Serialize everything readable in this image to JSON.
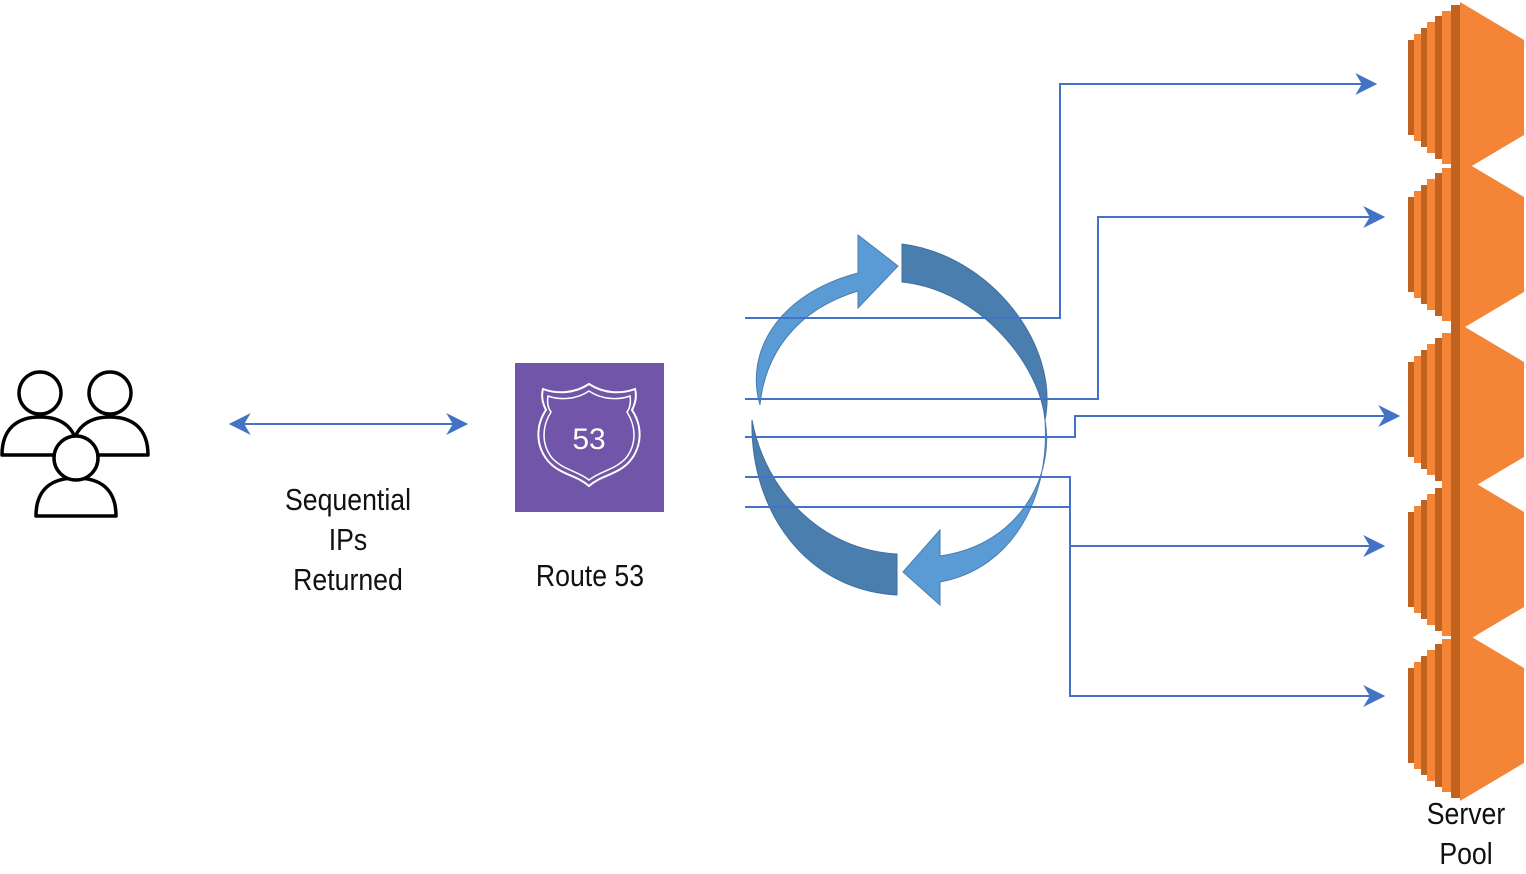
{
  "labels": {
    "sequential": [
      "Sequential",
      "IPs",
      "Returned"
    ],
    "route53": "Route 53",
    "route53_badge": "53",
    "server_pool": [
      "Server",
      "Pool"
    ]
  },
  "icons": {
    "users": "users-group-icon",
    "route53": "route53-shield-icon",
    "cycle": "round-robin-cycle-icon",
    "server": "ec2-server-icon"
  },
  "colors": {
    "connector": "#4472C4",
    "cycle_light": "#5B9BD5",
    "cycle_dark": "#4A7EAF",
    "route53_bg": "#7055A8",
    "server_light": "#F58536",
    "server_dark": "#C1621E",
    "text": "#111111"
  }
}
